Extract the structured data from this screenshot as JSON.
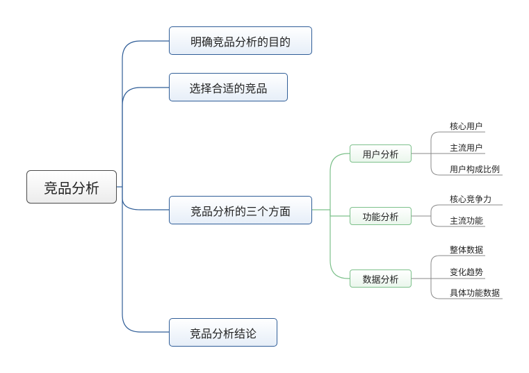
{
  "mindmap": {
    "root": "竞品分析",
    "branches": [
      {
        "label": "明确竞品分析的目的"
      },
      {
        "label": "选择合适的竞品"
      },
      {
        "label": "竞品分析的三个方面"
      },
      {
        "label": "竞品分析结论"
      }
    ],
    "aspects": [
      {
        "label": "用户分析",
        "leaves": [
          "核心用户",
          "主流用户",
          "用户构成比例"
        ]
      },
      {
        "label": "功能分析",
        "leaves": [
          "核心竞争力",
          "主流功能"
        ]
      },
      {
        "label": "数据分析",
        "leaves": [
          "整体数据",
          "变化趋势",
          "具体功能数据"
        ]
      }
    ]
  },
  "colors": {
    "main_line": "#2f5d97",
    "sub_line": "#7cc08a",
    "leaf_line": "#8a8a8a"
  }
}
